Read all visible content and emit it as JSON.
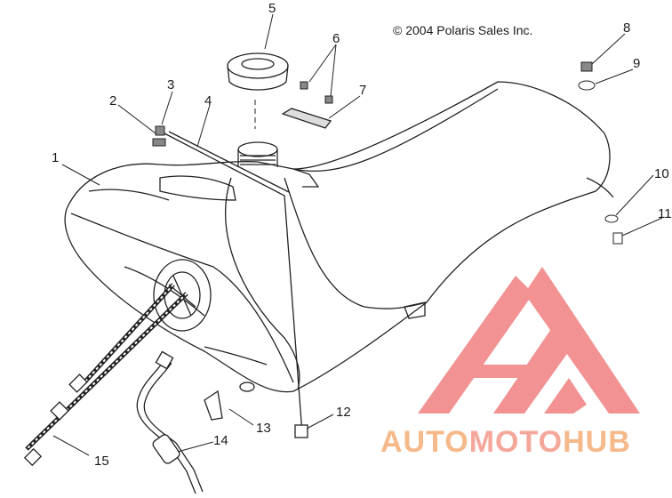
{
  "copyright": "© 2004 Polaris Sales Inc.",
  "watermark": {
    "parts": [
      "AUTO",
      "MOTO",
      "HUB"
    ],
    "colors": [
      "#f5b98a",
      "#f4a79a",
      "#f5b98a"
    ],
    "logo_color": "#f08080"
  },
  "callouts": [
    "1",
    "2",
    "3",
    "4",
    "5",
    "6",
    "7",
    "8",
    "9",
    "10",
    "11",
    "12",
    "13",
    "14",
    "15"
  ]
}
